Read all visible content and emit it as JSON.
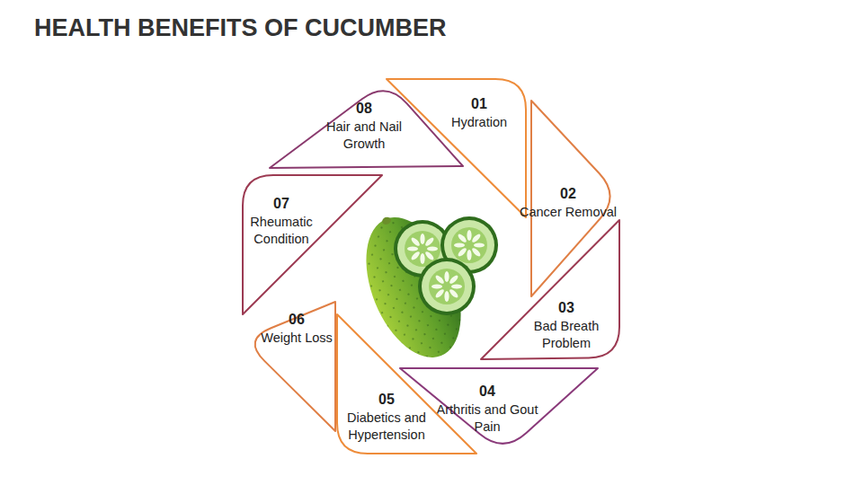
{
  "diagram": {
    "title": "HEALTH BENEFITS OF CUCUMBER",
    "nodes": [
      {
        "text": [
          "08",
          "Hair and Nail Growth"
        ]
      },
      {
        "text": [
          "01",
          "Hydration"
        ]
      },
      {
        "text": [
          "02",
          "Cancer Removal"
        ]
      },
      {
        "text": [
          "03",
          "Bad Breath Problem"
        ]
      },
      {
        "text": [
          "04",
          "Arthritis and Gout Pain"
        ]
      },
      {
        "text": [
          "05",
          "Diabetics and Hypertension"
        ]
      },
      {
        "text": [
          "06",
          "Weight Loss"
        ]
      },
      {
        "text": [
          "07",
          "Rheumatic Condition"
        ]
      }
    ]
  }
}
